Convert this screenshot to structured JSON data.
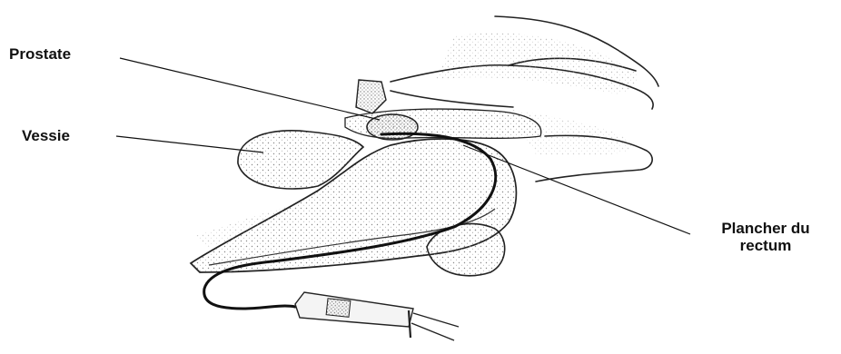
{
  "labels": {
    "prostate": "Prostate",
    "vessie": "Vessie",
    "plancher_line1": "Plancher du",
    "plancher_line2": "rectum"
  },
  "colors": {
    "ink": "#111111",
    "shading": "#9a9a9a",
    "background": "#ffffff"
  }
}
